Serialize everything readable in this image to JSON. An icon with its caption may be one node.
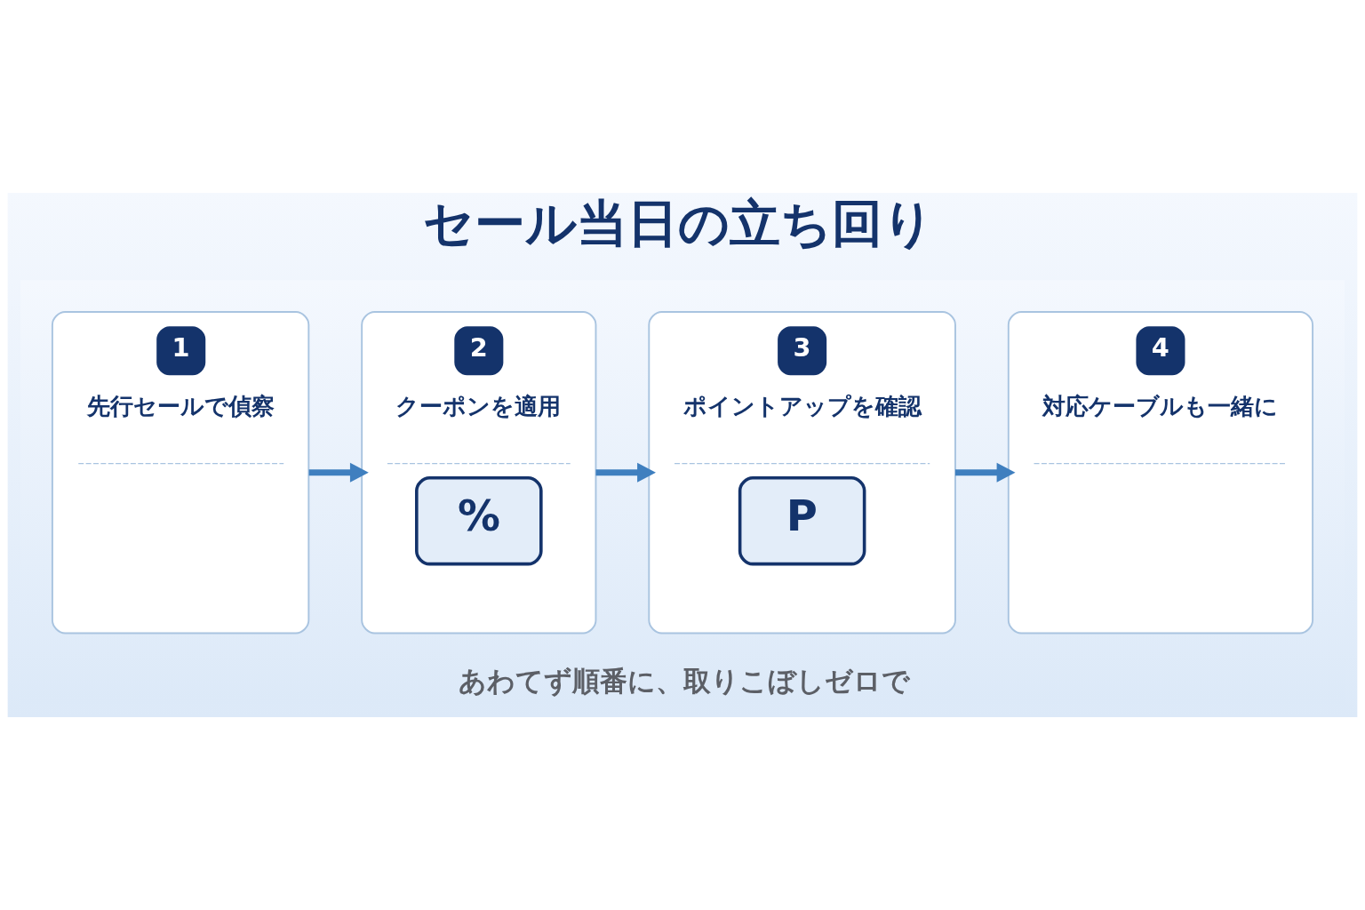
{
  "diagram": {
    "title": "セール当日の立ち回り",
    "caption": "あわてず順番に、取りこぼしゼロで",
    "nodes": [
      {
        "text": [
          "1",
          "先行セールで偵察"
        ]
      },
      {
        "text": [
          "2",
          "クーポンを適用",
          "%"
        ]
      },
      {
        "text": [
          "3",
          "ポイントアップを確認",
          "P"
        ]
      },
      {
        "text": [
          "4",
          "対応ケーブルも一緒に"
        ]
      }
    ],
    "edges": [
      {
        "from": 0,
        "to": 1,
        "arrow": "to"
      },
      {
        "from": 1,
        "to": 2,
        "arrow": "to"
      },
      {
        "from": 2,
        "to": 3,
        "arrow": "to"
      }
    ]
  }
}
